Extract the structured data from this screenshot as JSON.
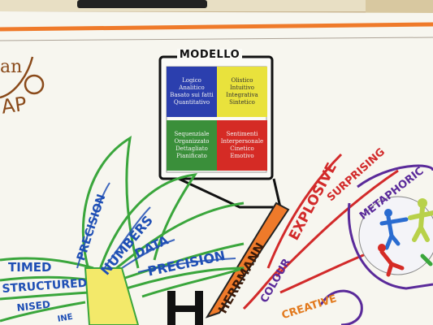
{
  "modello": {
    "title": "MODELLO",
    "quadrants": [
      {
        "id": "blue",
        "color": "#2b3fae",
        "text": "Logico\nAnalitico\nBasato sui fatti\nQuantitativo",
        "text_color": "#f3f3f3"
      },
      {
        "id": "yellow",
        "color": "#e9e23c",
        "text": "Olistico\nIntuitivo\nIntegrativa\nSintetico",
        "text_color": "#333333"
      },
      {
        "id": "green",
        "color": "#3a8f3a",
        "text": "Sequenziale\nOrganizzato\nDettagliato\nPianificato",
        "text_color": "#f3f3f3"
      },
      {
        "id": "red",
        "color": "#d52b25",
        "text": "Sentimenti\nInterpersonale\nCinetico\nEmotivo",
        "text_color": "#f3f3f3"
      }
    ]
  },
  "labels": {
    "herrmann": "HERRMANN",
    "explosive": "EXPLOSIVE",
    "surprising": "SURPRISING",
    "metaphoric": "METAPHORIC",
    "colour": "COLOUR",
    "creative": "CREATIVE",
    "precision_left": "PRECISION",
    "numbers": "NUMBERS",
    "data": "DATA",
    "precision_right": "PRECISION",
    "timed": "TIMED",
    "structured": "STRUCTURED",
    "nised": "NISED",
    "ine": "INE",
    "big_letter": "H",
    "partial_an": "an",
    "partial_ap": "AP"
  },
  "colors": {
    "paper": "#f7f6ef",
    "orange_stripe": "#ef7a2a",
    "green_ink": "#3aa63c",
    "blue_ink": "#1f4fb5",
    "red_ink": "#d22a2a",
    "orange_ink": "#e27a1e",
    "purple_ink": "#5a2a9a",
    "brown_ink": "#8a4a1a"
  }
}
